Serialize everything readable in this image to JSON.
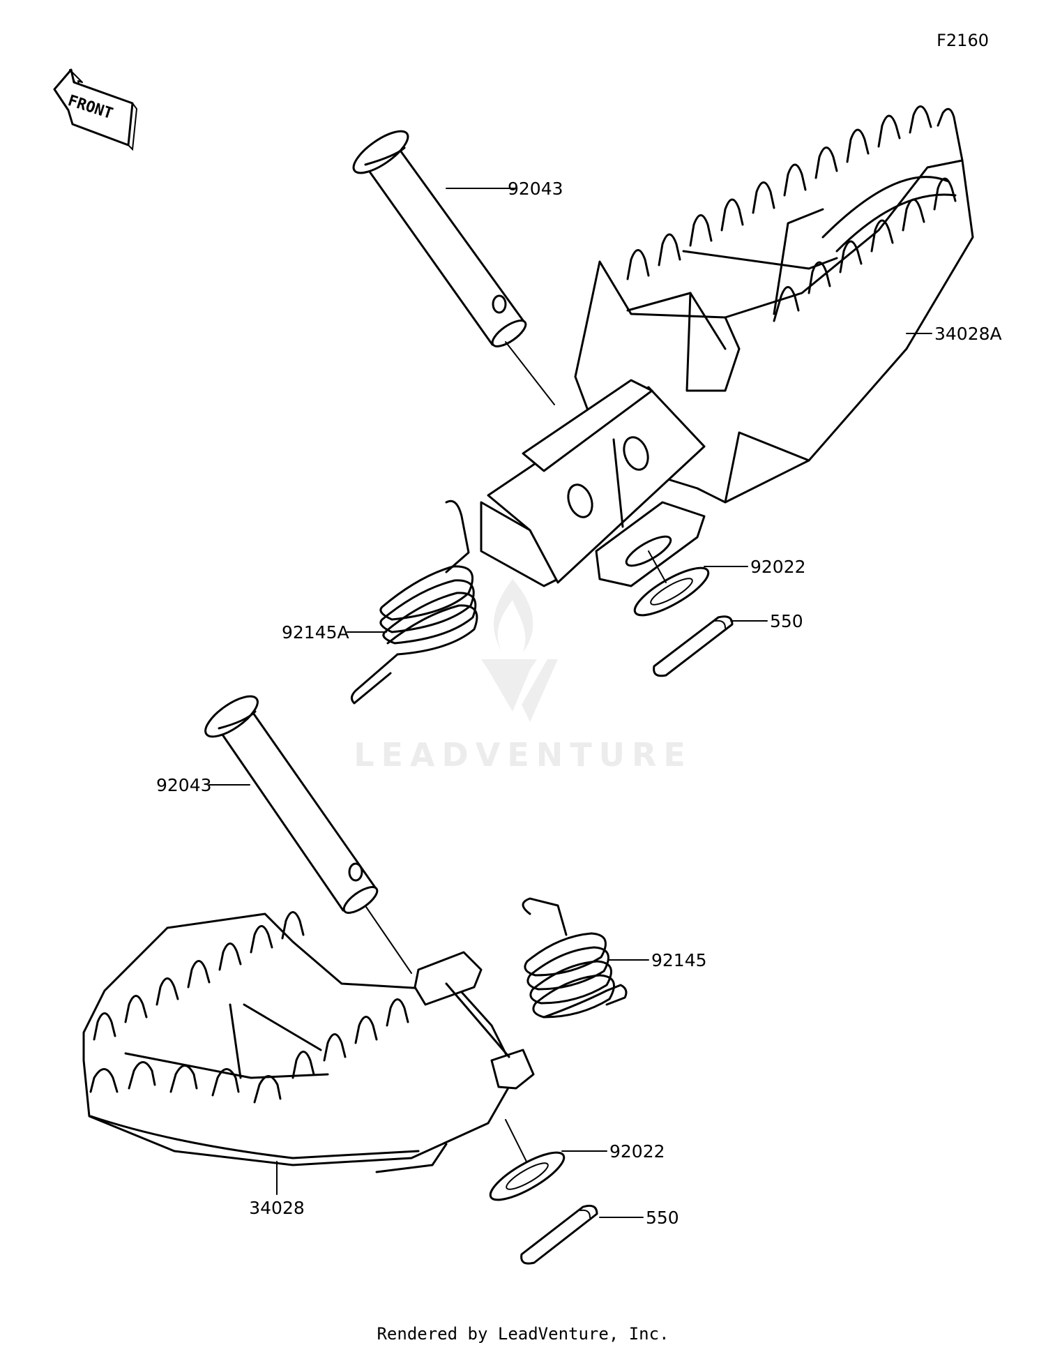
{
  "figure_code": "F2160",
  "front_indicator": "FRONT",
  "watermark": "LEADVENTURE",
  "footer": "Rendered by LeadVenture, Inc.",
  "parts": {
    "upper_pin": "92043",
    "upper_footpeg": "34028A",
    "upper_washer": "92022",
    "upper_cotter_pin": "550",
    "upper_spring": "92145A",
    "lower_pin": "92043",
    "lower_spring": "92145",
    "lower_washer": "92022",
    "lower_cotter_pin": "550",
    "lower_footpeg": "34028"
  }
}
